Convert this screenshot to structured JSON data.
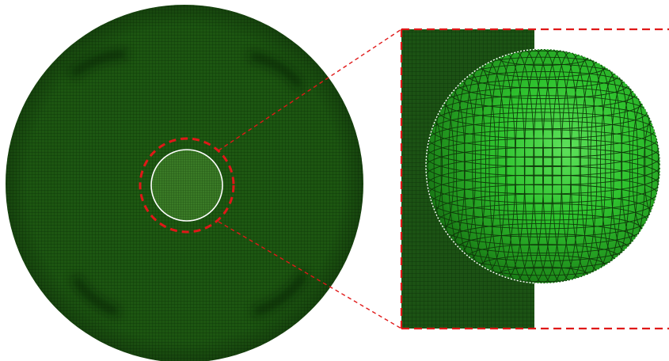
{
  "figure": {
    "background": "#ffffff",
    "overview": {
      "shape": "circular-mesh-disk",
      "mesh_color": "#1e5a12",
      "mesh_line_color": "#0d3508",
      "shading_color": "#0a1f06"
    },
    "inclusion": {
      "shape": "sphere",
      "overview_color": "#3a7a26",
      "outline_color": "#ffffff"
    },
    "highlight_circle": {
      "style": "dashed",
      "color": "#e01818"
    },
    "leader_lines": {
      "style": "dashed",
      "color": "#e01818"
    },
    "zoom_panel": {
      "frame_style": "dashed",
      "frame_color": "#e01818",
      "background_mesh_color": "#1f5a16",
      "sphere_color": "#2fc42f",
      "sphere_highlight_color": "#5de05a",
      "sphere_shadow_color": "#156a12",
      "sphere_grid_color": "#0f3a0a"
    }
  }
}
